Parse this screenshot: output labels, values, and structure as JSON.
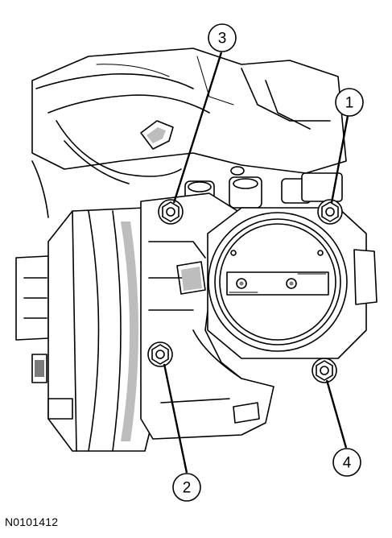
{
  "callouts": [
    {
      "number": "1"
    },
    {
      "number": "2"
    },
    {
      "number": "3"
    },
    {
      "number": "4"
    }
  ],
  "figure_id": "N0101412",
  "colors": {
    "line": "#000000",
    "background": "#ffffff",
    "shading": "#bdbdbd"
  }
}
